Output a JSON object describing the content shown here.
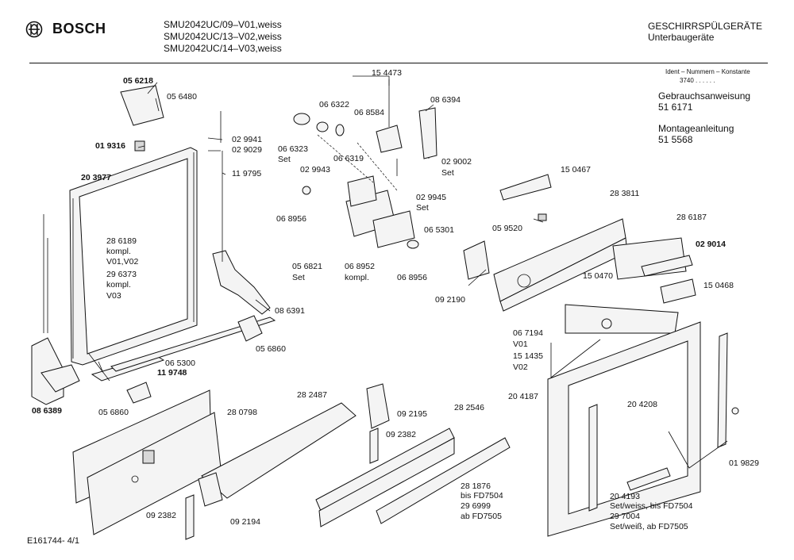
{
  "header": {
    "brand": "BOSCH",
    "models": [
      "SMU2042UC/09–V01,weiss",
      "SMU2042UC/13–V02,weiss",
      "SMU2042UC/14–V03,weiss"
    ],
    "category": "GESCHIRRSPÜLGERÄTE",
    "subcategory": "Unterbaugeräte"
  },
  "sidebar": {
    "ident_label": "Ident – Nummern – Konstante",
    "ident_value": "3740 . . . . . .",
    "doc1_title": "Gebrauchsanweisung",
    "doc1_number": "51 6171",
    "doc2_title": "Montageanleitung",
    "doc2_number": "51 5568"
  },
  "footer": {
    "drawing_id": "E161744- 4/1"
  },
  "labels": {
    "l_056218": "05 6218",
    "l_056480": "05 6480",
    "l_019316": "01 9316",
    "l_203977": "20 3977",
    "l_029941": "02 9941",
    "l_029029": "02 9029",
    "l_119795": "11 9795",
    "l_286189": "28 6189",
    "l_kompl1": "kompl.",
    "l_v01v02": "V01,V02",
    "l_296373": "29 6373",
    "l_kompl2": "kompl.",
    "l_v03": "V03",
    "l_086391": "08 6391",
    "l_056860a": "05 6860",
    "l_065300": "06 5300",
    "l_119748": "11 9748",
    "l_086389": "08 6389",
    "l_056860b": "05 6860",
    "l_154473": "15 4473",
    "l_066322": "06 6322",
    "l_068584": "06 8584",
    "l_086394": "08 6394",
    "l_066323": "06 6323",
    "l_set1": "Set",
    "l_066319": "06 6319",
    "l_029943": "02 9943",
    "l_029002": "02 9002",
    "l_set2": "Set",
    "l_029945": "02 9945",
    "l_set3": "Set",
    "l_068956a": "06 8956",
    "l_065301": "06 5301",
    "l_056821": "05 6821",
    "l_set4": "Set",
    "l_068952": "06 8952",
    "l_kompl3": "kompl.",
    "l_068956b": "06 8956",
    "l_150467": "15 0467",
    "l_283811": "28 3811",
    "l_059520": "05 9520",
    "l_286187": "28 6187",
    "l_029014": "02 9014",
    "l_150470": "15 0470",
    "l_150468": "15 0468",
    "l_092190": "09 2190",
    "l_067194": "06 7194",
    "l_v01": "V01",
    "l_151435": "15 1435",
    "l_v02": "V02",
    "l_204187": "20 4187",
    "l_204208": "20 4208",
    "l_282487": "28 2487",
    "l_280798": "28 0798",
    "l_092195": "09 2195",
    "l_282546": "28 2546",
    "l_092382a": "09 2382",
    "l_281876": "28 1876",
    "l_bisfd7504a": "bis FD7504",
    "l_296999": "29 6999",
    "l_abfd7505a": "ab FD7505",
    "l_092382b": "09 2382",
    "l_092194": "09 2194",
    "l_019829": "01 9829",
    "l_204193": "20 4193",
    "l_setweiss1": "Set/weiss, bis FD7504",
    "l_297004": "29 7004",
    "l_setweiss2": "Set/weiß, ab FD7505"
  }
}
